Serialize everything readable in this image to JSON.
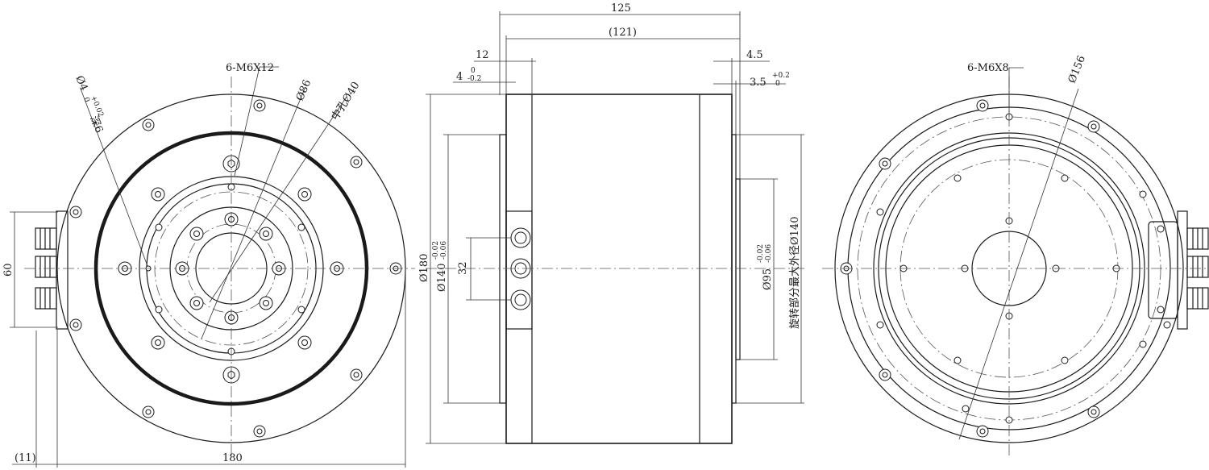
{
  "left_view": {
    "thread_spec": "6-M6X12",
    "dia_86": "Ø86",
    "center_hole": "中孔Ø40",
    "pin_hole": "Ø4",
    "pin_tol_upper": "+0.02",
    "pin_tol_lower": "0",
    "pin_depth": "深6",
    "height_60": "60",
    "width_180": "180",
    "offset_11": "(11)"
  },
  "side_view": {
    "length_125": "125",
    "length_121": "(121)",
    "dim_12": "12",
    "dim_4": "4",
    "dim_4_tol_upper": "0",
    "dim_4_tol_lower": "-0.2",
    "dim_4_5": "4.5",
    "dim_3_5": "3.5",
    "dim_3_5_tol_upper": "+0.2",
    "dim_3_5_tol_lower": "0",
    "dia_180": "Ø180",
    "dia_140": "Ø140",
    "dia_140_tol_upper": "-0.02",
    "dia_140_tol_lower": "-0.06",
    "dim_32": "32",
    "dia_95": "Ø95",
    "dia_95_tol_upper": "-0.02",
    "dia_95_tol_lower": "-0.06",
    "rotor_max_od": "旋转部分最大外径Ø140"
  },
  "right_view": {
    "thread_spec": "6-M6X8",
    "dia_156": "Ø156"
  }
}
